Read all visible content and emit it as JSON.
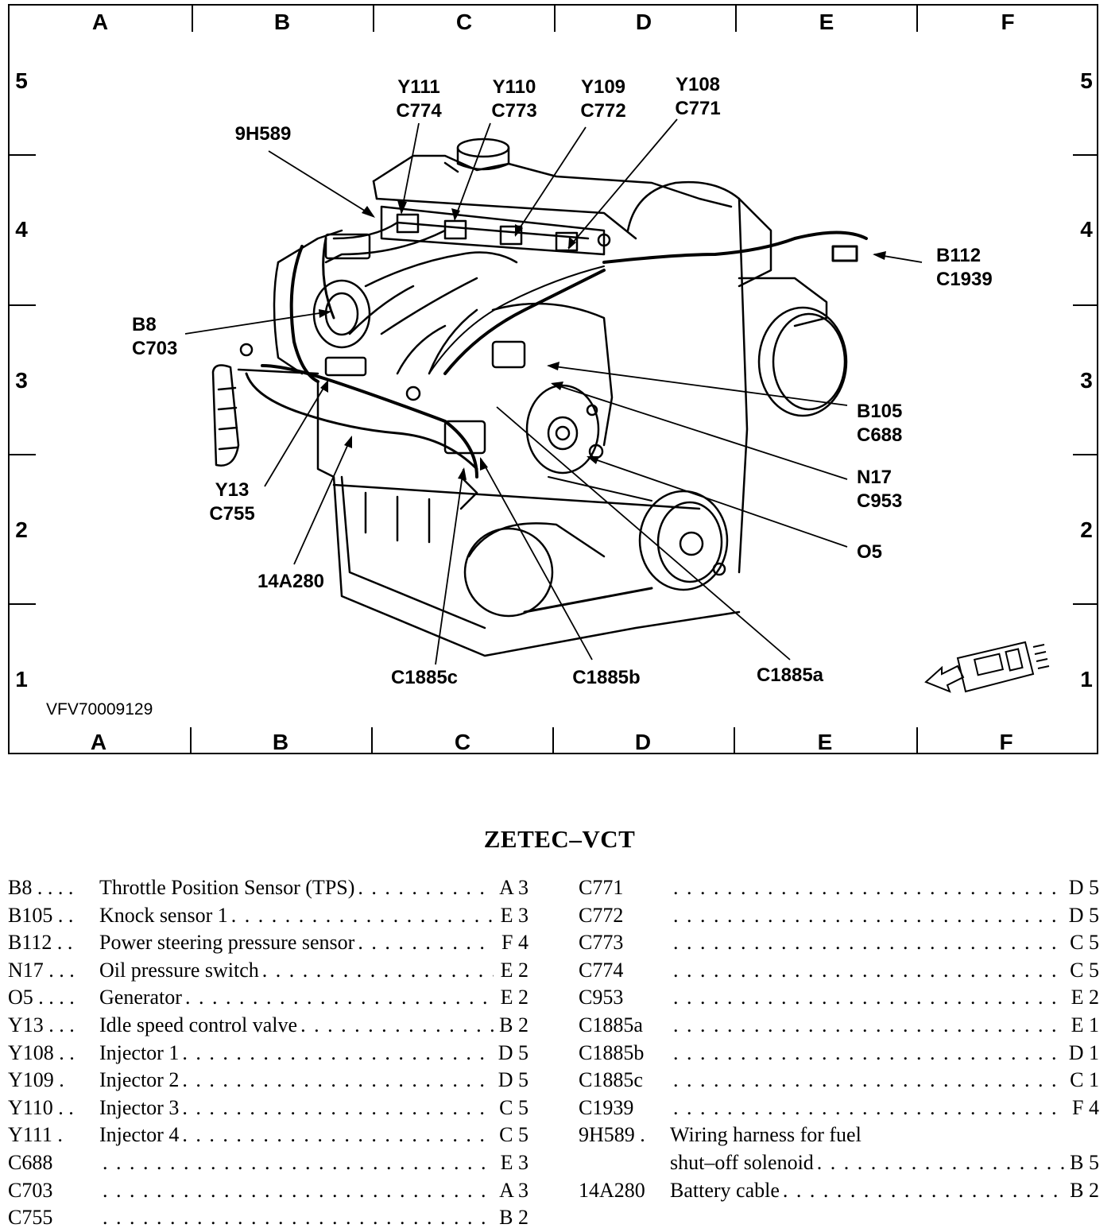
{
  "grid": {
    "columns": [
      "A",
      "B",
      "C",
      "D",
      "E",
      "F"
    ],
    "rows": [
      "5",
      "4",
      "3",
      "2",
      "1"
    ]
  },
  "figure_id": "VFV70009129",
  "callouts": {
    "y111": {
      "line1": "Y111",
      "line2": "C774"
    },
    "y110": {
      "line1": "Y110",
      "line2": "C773"
    },
    "y109": {
      "line1": "Y109",
      "line2": "C772"
    },
    "y108": {
      "line1": "Y108",
      "line2": "C771"
    },
    "h589": {
      "line1": "9H589"
    },
    "b112": {
      "line1": "B112",
      "line2": "C1939"
    },
    "b8": {
      "line1": "B8",
      "line2": "C703"
    },
    "b105": {
      "line1": "B105",
      "line2": "C688"
    },
    "n17": {
      "line1": "N17",
      "line2": "C953"
    },
    "o5": {
      "line1": "O5"
    },
    "y13": {
      "line1": "Y13",
      "line2": "C755"
    },
    "a280": {
      "line1": "14A280"
    },
    "c1885c": {
      "line1": "C1885c"
    },
    "c1885b": {
      "line1": "C1885b"
    },
    "c1885a": {
      "line1": "C1885a"
    }
  },
  "legend": {
    "title": "ZETEC–VCT",
    "left": [
      {
        "code": "B8 . . . .",
        "desc": "Throttle Position Sensor (TPS)",
        "loc": "A 3"
      },
      {
        "code": "B105 . .",
        "desc": "Knock sensor 1",
        "loc": "E 3"
      },
      {
        "code": "B112 . .",
        "desc": "Power steering pressure sensor",
        "loc": "F 4"
      },
      {
        "code": "N17 . . .",
        "desc": "Oil pressure switch",
        "loc": "E 2"
      },
      {
        "code": "O5 . . . .",
        "desc": "Generator",
        "loc": "E 2"
      },
      {
        "code": "Y13 . . .",
        "desc": "Idle speed control valve",
        "loc": "B 2"
      },
      {
        "code": "Y108 . .",
        "desc": "Injector 1",
        "loc": "D 5"
      },
      {
        "code": "Y109 .",
        "desc": "Injector 2",
        "loc": "D 5"
      },
      {
        "code": "Y110 . .",
        "desc": "Injector 3",
        "loc": "C 5"
      },
      {
        "code": "Y111 .",
        "desc": "Injector 4",
        "loc": "C 5"
      },
      {
        "code": "C688",
        "desc": "",
        "loc": "E 3"
      },
      {
        "code": "C703",
        "desc": "",
        "loc": "A 3"
      },
      {
        "code": "C755",
        "desc": "",
        "loc": "B 2"
      }
    ],
    "right": [
      {
        "code": "C771",
        "desc": "",
        "loc": "D 5"
      },
      {
        "code": "C772",
        "desc": "",
        "loc": "D 5"
      },
      {
        "code": "C773",
        "desc": "",
        "loc": "C 5"
      },
      {
        "code": "C774",
        "desc": "",
        "loc": "C 5"
      },
      {
        "code": "C953",
        "desc": "",
        "loc": "E 2"
      },
      {
        "code": "C1885a",
        "desc": "",
        "loc": "E 1"
      },
      {
        "code": "C1885b",
        "desc": "",
        "loc": "D 1"
      },
      {
        "code": "C1885c",
        "desc": "",
        "loc": "C 1"
      },
      {
        "code": "C1939",
        "desc": "",
        "loc": "F 4"
      },
      {
        "code": "9H589 .",
        "desc": "Wiring harness for fuel",
        "loc": ""
      },
      {
        "code": "",
        "desc": "shut–off solenoid",
        "loc": "B 5"
      },
      {
        "code": "14A280",
        "desc": "Battery cable",
        "loc": "B 2"
      }
    ]
  }
}
